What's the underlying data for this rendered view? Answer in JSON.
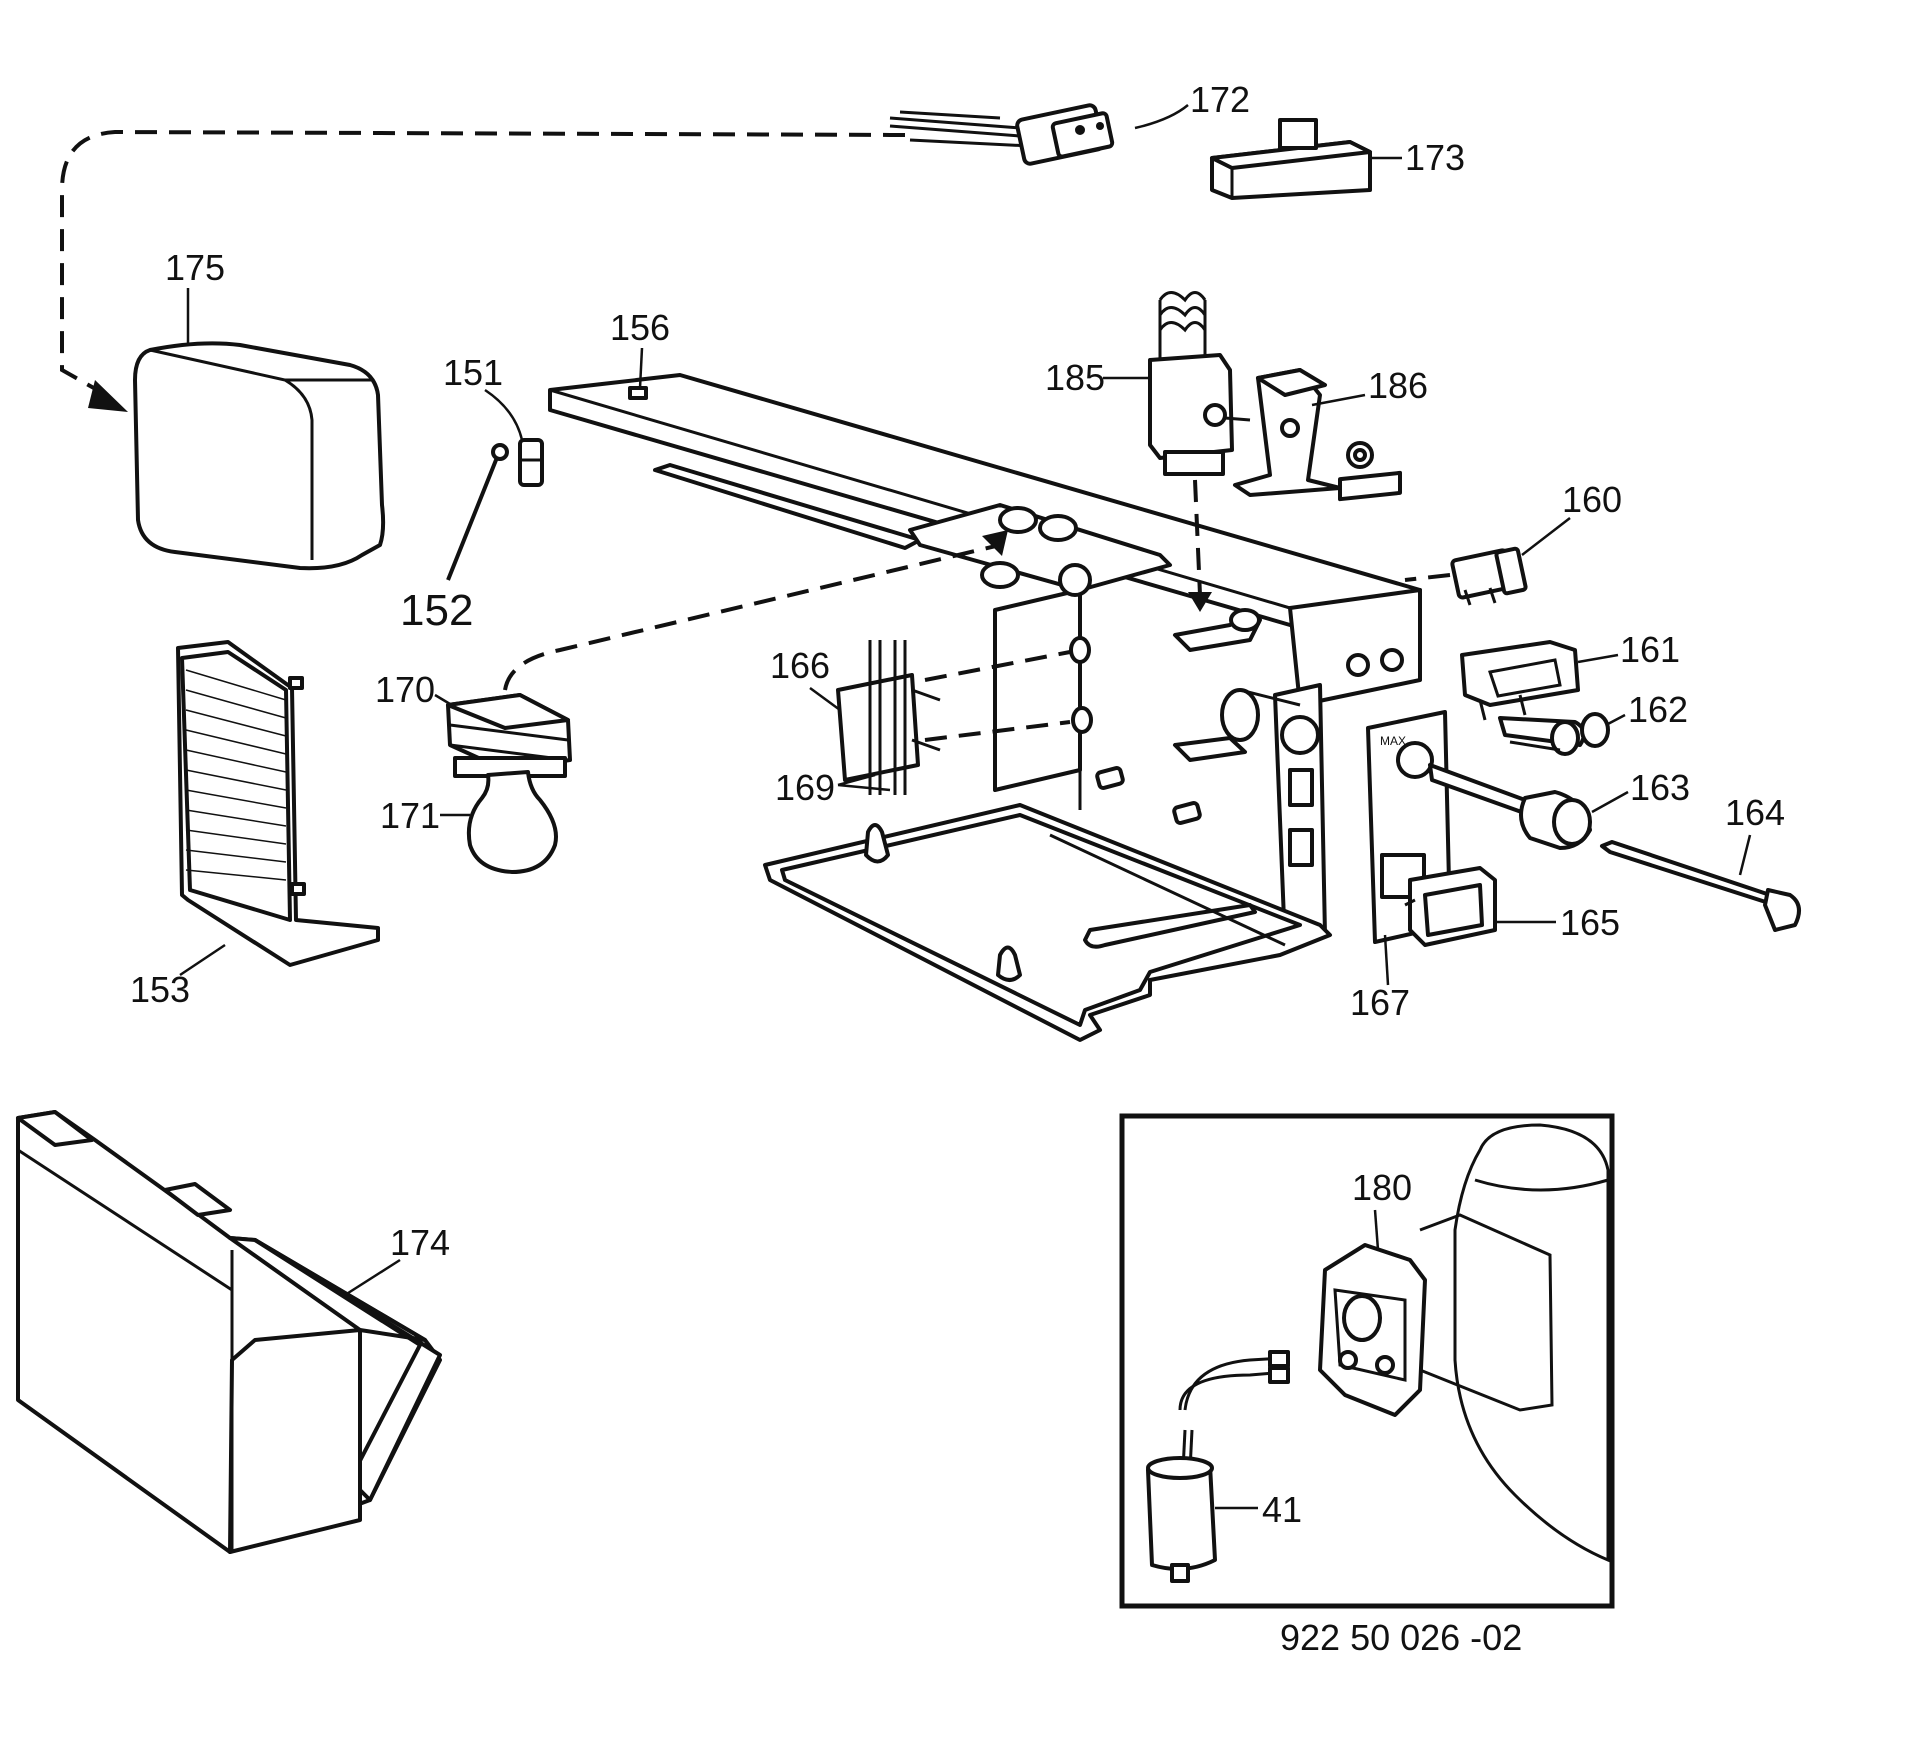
{
  "labels": {
    "p172": "172",
    "p173": "173",
    "p175": "175",
    "p156": "156",
    "p151": "151",
    "p152": "152",
    "p185": "185",
    "p186": "186",
    "p160": "160",
    "p166": "166",
    "p170": "170",
    "p171": "171",
    "p169": "169",
    "p161": "161",
    "p162": "162",
    "p163": "163",
    "p164": "164",
    "p165": "165",
    "p167": "167",
    "p153": "153",
    "p174": "174",
    "p180": "180",
    "p41": "41"
  },
  "dial_text": "MAX",
  "drawing_number": "922 50 026 -02"
}
